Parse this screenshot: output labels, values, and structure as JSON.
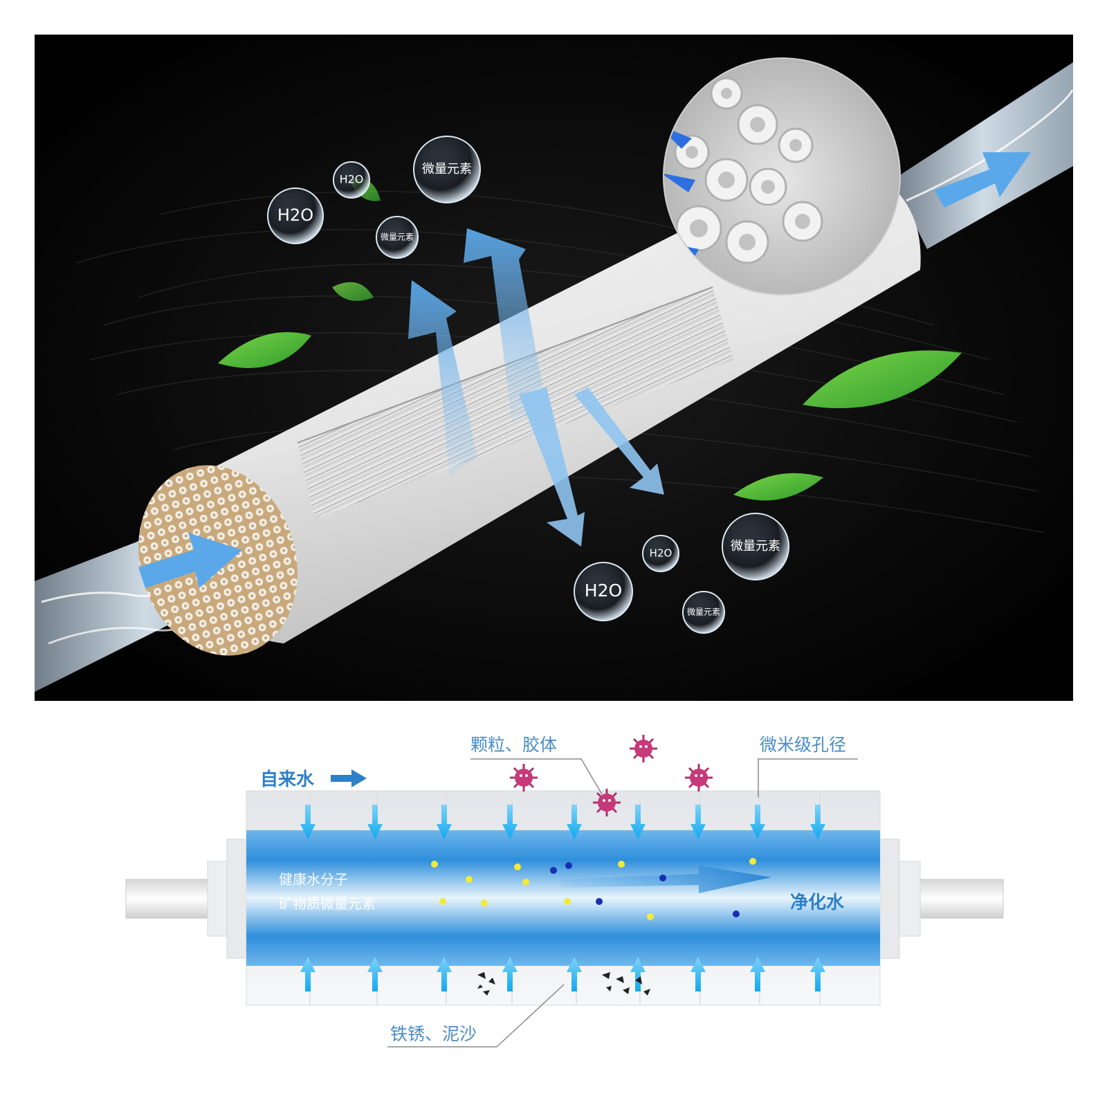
{
  "illustration": {
    "bubbles": [
      {
        "text": "H2O"
      },
      {
        "text": "H2O"
      },
      {
        "text": "微量元素"
      },
      {
        "text": "微量元素"
      },
      {
        "text": "H2O"
      },
      {
        "text": "H2O"
      },
      {
        "text": "微量元素"
      },
      {
        "text": "微量元素"
      }
    ]
  },
  "diagram": {
    "input_label": "自来水",
    "particles_label": "颗粒、胶体",
    "pore_label": "微米级孔径",
    "inner_line1": "健康水分子",
    "inner_line2": "矿物质微量元素",
    "output_label": "净化水",
    "rust_label": "铁锈、泥沙"
  },
  "colors": {
    "accent_blue": "#2e7fc7",
    "label_blue": "#4a8cc7",
    "water_core": "#3a9be0",
    "virus": "#b0306a",
    "dot_yellow": "#f2ea3a",
    "dot_blue": "#1a2fb0"
  }
}
